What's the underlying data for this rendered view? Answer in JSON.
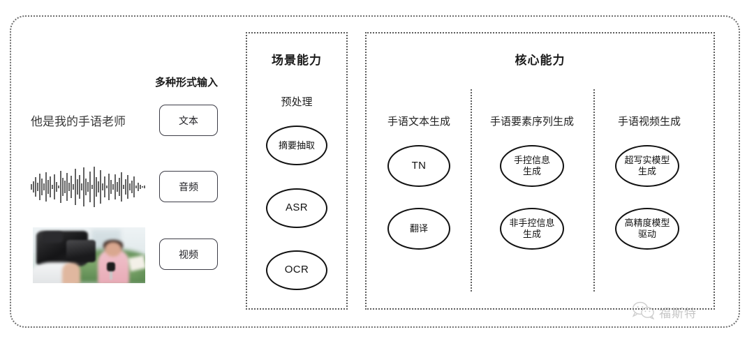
{
  "diagram": {
    "title_hidden": "",
    "input_section": {
      "heading": "多种形式输入",
      "sample_text": "他是我的手语老师",
      "chips": [
        {
          "label": "文本",
          "icon": "text-icon"
        },
        {
          "label": "音频",
          "icon": "audio-waveform-icon"
        },
        {
          "label": "视频",
          "icon": "video-thumbnail-icon"
        }
      ],
      "media": {
        "waveform_alt": "audio-waveform",
        "video_alt": "camera-operator-filming-reporter"
      }
    },
    "scene_panel": {
      "title": "场景能力",
      "group_label": "预处理",
      "nodes": [
        {
          "label": "摘要抽取",
          "script": "cjk"
        },
        {
          "label": "ASR",
          "script": "latin"
        },
        {
          "label": "OCR",
          "script": "latin"
        }
      ]
    },
    "core_panel": {
      "title": "核心能力",
      "columns": [
        {
          "header": "手语文本生成",
          "nodes": [
            {
              "label": "TN",
              "script": "latin"
            },
            {
              "label": "翻译",
              "script": "cjk"
            }
          ]
        },
        {
          "header": "手语要素序列生成",
          "nodes": [
            {
              "label": "手控信息\n生成",
              "script": "cjk"
            },
            {
              "label": "非手控信息\n生成",
              "script": "cjk"
            }
          ]
        },
        {
          "header": "手语视频生成",
          "nodes": [
            {
              "label": "超写实模型\n生成",
              "script": "cjk"
            },
            {
              "label": "高精度模型\n驱动",
              "script": "cjk"
            }
          ]
        }
      ]
    },
    "watermark": {
      "icon": "wechat-icon",
      "text": "福斯特"
    },
    "colors": {
      "border": "#5c5c5c",
      "outer_border": "#6f6f6f",
      "node_stroke": "#111111",
      "chip_stroke": "#3c3c46",
      "text": "#1c1c1c",
      "watermark": "#7a7a7a"
    }
  }
}
